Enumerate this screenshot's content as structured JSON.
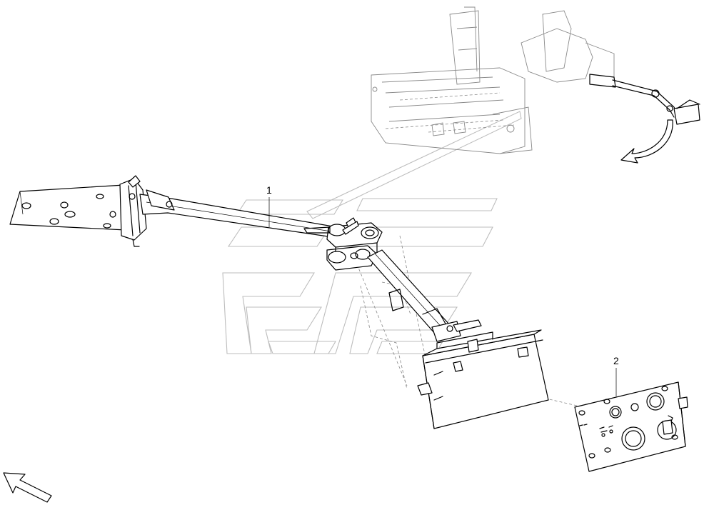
{
  "callouts": [
    {
      "id": "1",
      "label": "1"
    },
    {
      "id": "2",
      "label": "2"
    }
  ],
  "icons": {
    "direction_arrow": "curved-arrow-icon",
    "orientation_arrow": "arrow-up-left-icon"
  }
}
